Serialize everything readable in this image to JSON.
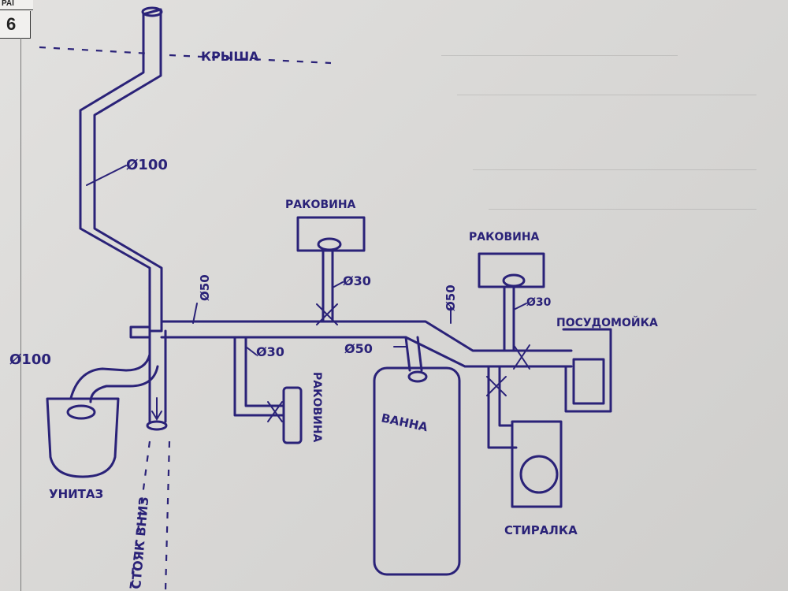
{
  "header": {
    "corner_text": "PAI",
    "page_number": "6"
  },
  "labels": {
    "roof": "КРЫША",
    "riser_down": "СТОЯК ВНИЗ",
    "toilet": "УНИТАЗ",
    "sink_top": "РАКОВИНА",
    "sink_right": "РАКОВИНА",
    "sink_side": "РАКОВИНА",
    "bathtub": "ВАННА",
    "dishwasher": "ПОСУДОМОЙКА",
    "washer": "СТИРАЛКА"
  },
  "dimensions": {
    "riser_d": "Ø100",
    "toilet_d": "Ø100",
    "main_d": "Ø50",
    "bath_d": "Ø50",
    "right_d": "Ø50",
    "sink_top_d": "Ø30",
    "sink_side_d": "Ø30",
    "sink_right_d": "Ø30"
  },
  "colors": {
    "ink": "#2a2278",
    "paper": "#dcdbd9"
  }
}
